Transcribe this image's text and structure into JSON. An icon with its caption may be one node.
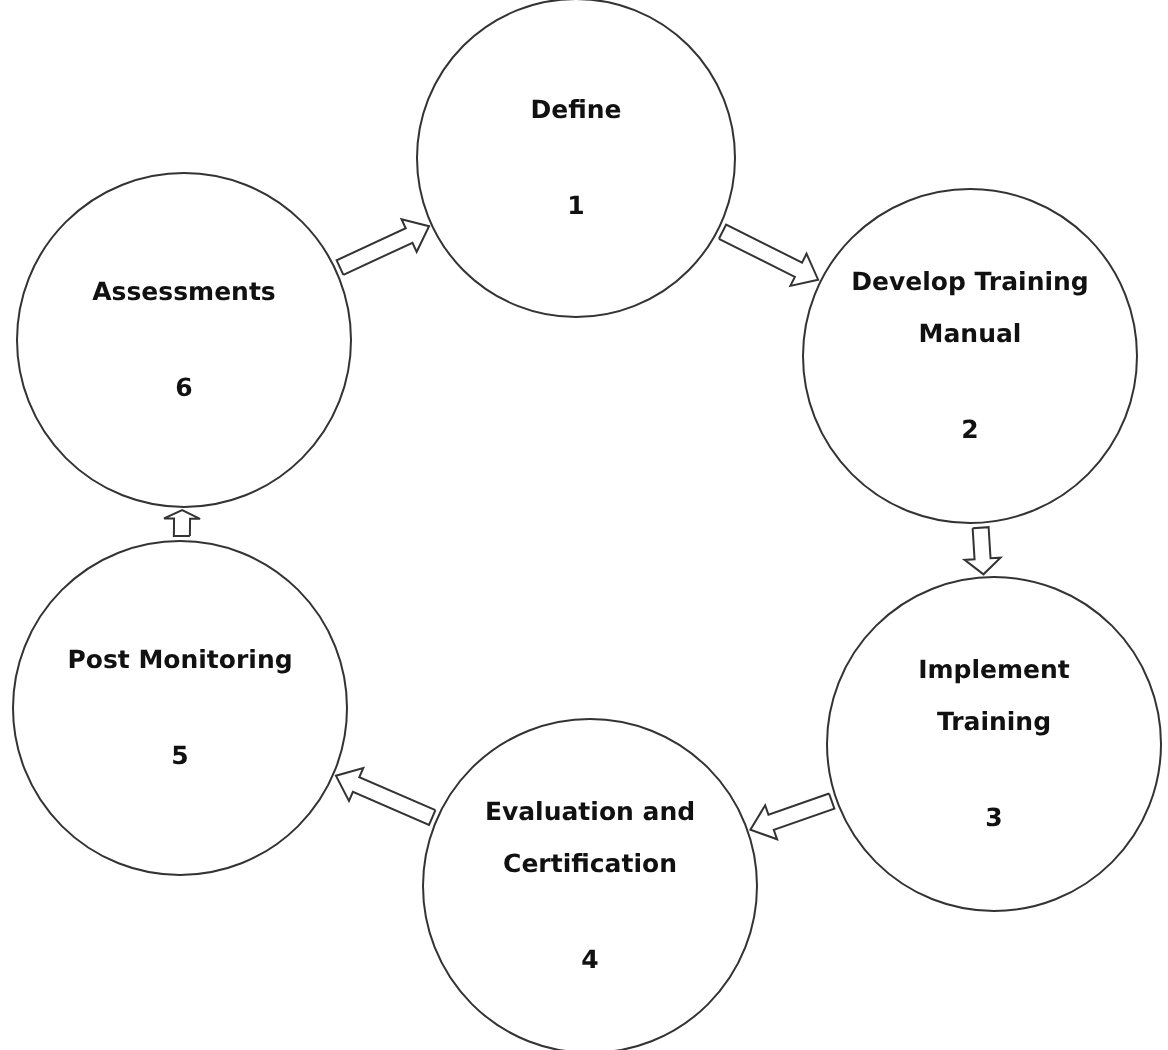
{
  "diagram": {
    "nodes": [
      {
        "text": [
          "Define",
          "1"
        ]
      },
      {
        "text": [
          "Develop Training Manual",
          "2"
        ]
      },
      {
        "text": [
          "Implement Training",
          "3"
        ]
      },
      {
        "text": [
          "Evaluation and Certification",
          "4"
        ]
      },
      {
        "text": [
          "Post Monitoring",
          "5"
        ]
      },
      {
        "text": [
          "Assessments",
          "6"
        ]
      }
    ],
    "edges": [
      {
        "from": 5,
        "to": 0,
        "arrow": "to"
      },
      {
        "from": 0,
        "to": 1,
        "arrow": "to"
      },
      {
        "from": 1,
        "to": 2,
        "arrow": "to"
      },
      {
        "from": 2,
        "to": 3,
        "arrow": "to"
      },
      {
        "from": 3,
        "to": 4,
        "arrow": "to"
      },
      {
        "from": 4,
        "to": 5,
        "arrow": "to"
      }
    ]
  }
}
